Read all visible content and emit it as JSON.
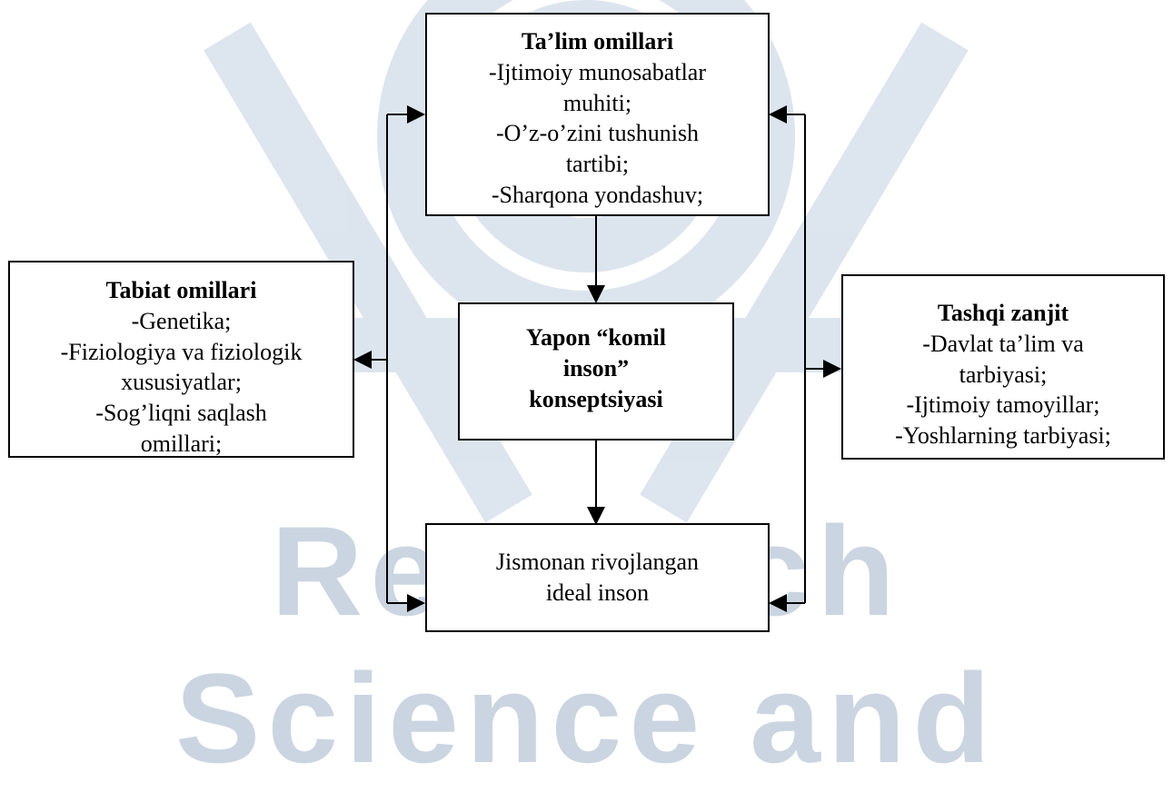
{
  "watermark": {
    "text": "Research Science and",
    "color": "#9fb3c9"
  },
  "boxes": {
    "talim": {
      "title": "Ta’lim omillari",
      "lines": [
        "-Ijtimoiy munosabatlar",
        "muhiti;",
        "-O’z-o’zini tushunish",
        "tartibi;",
        "-Sharqona yondashuv;"
      ]
    },
    "tabiat": {
      "title": "Tabiat omillari",
      "lines": [
        "-Genetika;",
        "-Fiziologiya va fiziologik",
        "xususiyatlar;",
        "-Sog’liqni saqlash",
        "omillari;"
      ]
    },
    "yapon": {
      "title_lines": [
        "Yapon “komil",
        "inson”",
        "konseptsiyasi"
      ]
    },
    "tashqi": {
      "title": "Tashqi zanjit",
      "lines": [
        "-Davlat ta’lim va",
        "tarbiyasi;",
        "-Ijtimoiy tamoyillar;",
        "-Yoshlarning tarbiyasi;"
      ]
    },
    "ideal": {
      "lines": [
        "Jismonan rivojlangan",
        "ideal inson"
      ]
    }
  }
}
